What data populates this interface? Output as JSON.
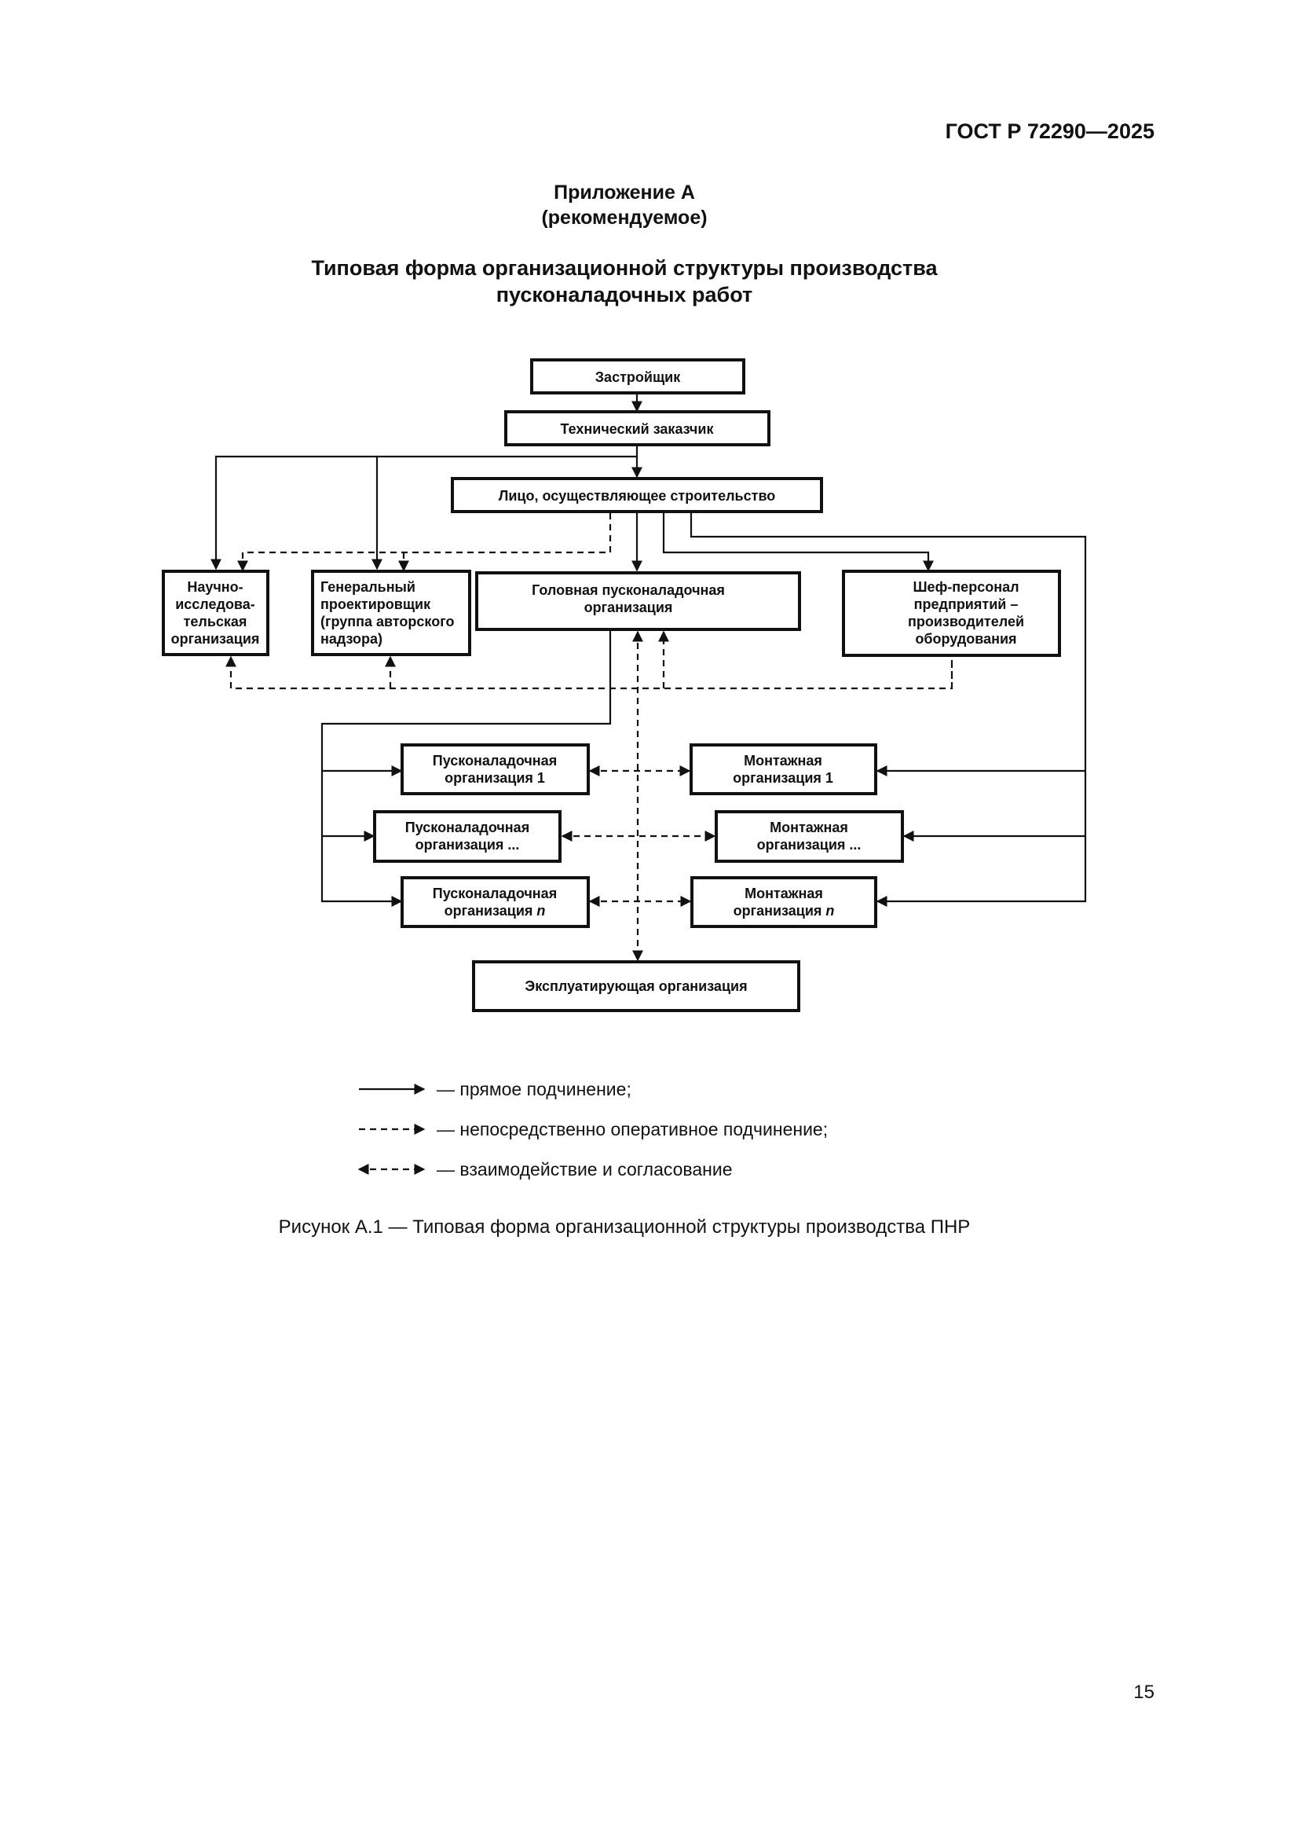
{
  "header": {
    "standard": "ГОСТ Р 72290—2025"
  },
  "appendix": {
    "label": "Приложение А",
    "status": "(рекомендуемое)"
  },
  "title": {
    "line1": "Типовая форма организационной структуры производства",
    "line2": "пусконаладочных работ"
  },
  "diagram": {
    "developer": "Застройщик",
    "tech_customer": "Технический заказчик",
    "builder": "Лицо, осуществляющее строительство",
    "research": [
      "Научно-",
      "исследова-",
      "тельская",
      "организация"
    ],
    "designer": [
      "Генеральный",
      "проектировщик",
      "(группа авторского",
      "надзора)"
    ],
    "head_org": [
      "Головная пусконаладочная",
      "организация"
    ],
    "chef": [
      "Шеф-персонал",
      "предприятий –",
      "производителей",
      "оборудования"
    ],
    "commissioning_1": [
      "Пусконаладочная",
      "организация 1"
    ],
    "commissioning_m": [
      "Пусконаладочная",
      "организация ..."
    ],
    "commissioning_n": [
      "Пусконаладочная",
      "организация ",
      "n"
    ],
    "assembly_1": [
      "Монтажная",
      "организация 1"
    ],
    "assembly_m": [
      "Монтажная",
      "организация ..."
    ],
    "assembly_n": [
      "Монтажная",
      "организация ",
      "n"
    ],
    "operator": "Эксплуатирующая организация"
  },
  "legend": {
    "direct": "— прямое подчинение;",
    "operational": "— непосредственно оперативное подчинение;",
    "interaction": "— взаимодействие и согласование"
  },
  "caption": "Рисунок А.1 — Типовая форма организационной структуры производства ПНР",
  "page_number": "15"
}
